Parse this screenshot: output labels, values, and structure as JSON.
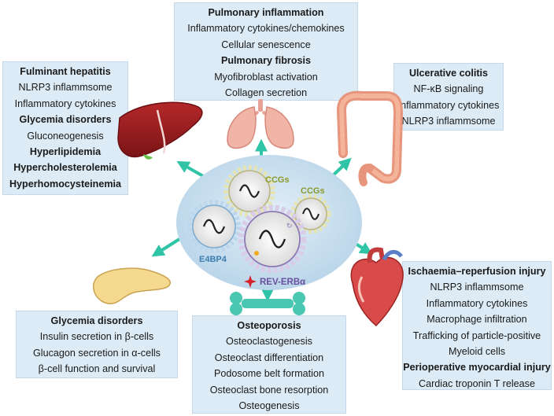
{
  "boxes": {
    "pulmonary": [
      {
        "text": "Pulmonary inflammation",
        "bold": true
      },
      {
        "text": "Inflammatory cytokines/chemokines",
        "bold": false
      },
      {
        "text": "Cellular senescence",
        "bold": false
      },
      {
        "text": "Pulmonary fibrosis",
        "bold": true
      },
      {
        "text": "Myofibroblast activation",
        "bold": false
      },
      {
        "text": "Collagen secretion",
        "bold": false
      }
    ],
    "hepatitis": [
      {
        "text": "Fulminant hepatitis",
        "bold": true
      },
      {
        "text": "NLRP3 inflammsome",
        "bold": false
      },
      {
        "text": "Inflammatory cytokines",
        "bold": false
      },
      {
        "text": "Glycemia disorders",
        "bold": true
      },
      {
        "text": "Gluconeogenesis",
        "bold": false
      },
      {
        "text": "Hyperlipidemia",
        "bold": true
      },
      {
        "text": "Hypercholesterolemia",
        "bold": true
      },
      {
        "text": "Hyperhomocysteinemia",
        "bold": true
      }
    ],
    "colitis": [
      {
        "text": "Ulcerative colitis",
        "bold": true
      },
      {
        "text": "NF-κB signaling",
        "bold": false
      },
      {
        "text": "Inflammatory cytokines",
        "bold": false
      },
      {
        "text": "NLRP3 inflammsome",
        "bold": false
      }
    ],
    "pancreas": [
      {
        "text": "Glycemia disorders",
        "bold": true
      },
      {
        "text": "Insulin secretion in β-cells",
        "bold": false
      },
      {
        "text": "Glucagon secretion in α-cells",
        "bold": false
      },
      {
        "text": "β-cell function and survival",
        "bold": false
      }
    ],
    "bone": [
      {
        "text": "Osteoporosis",
        "bold": true
      },
      {
        "text": "Osteoclastogenesis",
        "bold": false
      },
      {
        "text": "Osteoclast differentiation",
        "bold": false
      },
      {
        "text": "Podosome belt formation",
        "bold": false
      },
      {
        "text": "Osteoclast bone resorption",
        "bold": false
      },
      {
        "text": "Osteogenesis",
        "bold": false
      }
    ],
    "heart": [
      {
        "text": "Ischaemia–reperfusion injury",
        "bold": true
      },
      {
        "text": "NLRP3 inflammsome",
        "bold": false
      },
      {
        "text": "Inflammatory cytokines",
        "bold": false
      },
      {
        "text": "Macrophage infiltration",
        "bold": false
      },
      {
        "text": "Trafficking of particle-positive",
        "bold": false
      },
      {
        "text": "Myeloid cells",
        "bold": false
      },
      {
        "text": "Perioperative myocardial injury",
        "bold": true
      },
      {
        "text": "Cardiac troponin T release",
        "bold": false
      }
    ]
  },
  "center": {
    "ccgs_left": "CCGs",
    "ccgs_right": "CCGs",
    "e4bp4": "E4BP4",
    "reverb": "REV-ERBα"
  },
  "colors": {
    "box_fill": "#dcebf6",
    "arrow": "#2ec4a5",
    "ellipse": "#c2dced",
    "ccgs_text": "#8a9a2a",
    "e4bp4_text": "#3a7fb0",
    "reverb_text": "#6a4fa0",
    "star": "#d6202a"
  },
  "icons": [
    "lungs-icon",
    "liver-icon",
    "colon-icon",
    "pancreas-icon",
    "bone-icon",
    "heart-icon",
    "gear-icon",
    "sine-wave-icon"
  ]
}
